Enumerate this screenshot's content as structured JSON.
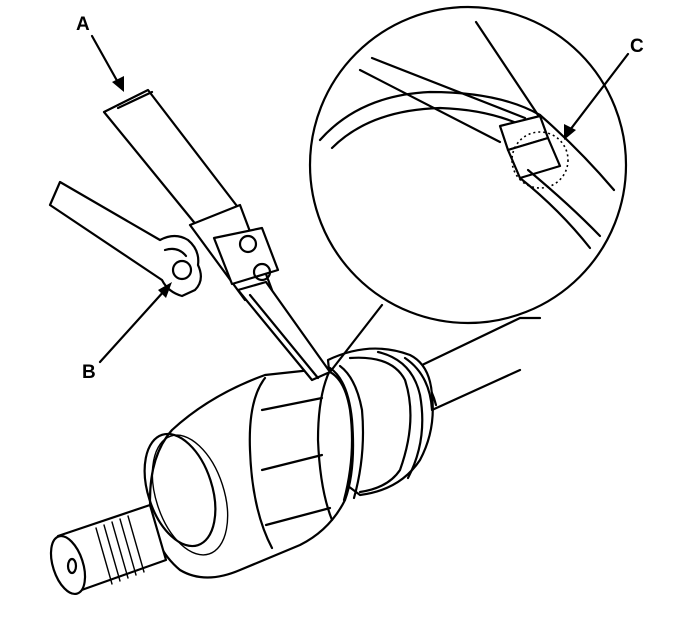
{
  "figure": {
    "callouts": [
      {
        "id": "A",
        "label": "A"
      },
      {
        "id": "B",
        "label": "B"
      },
      {
        "id": "C",
        "label": "C"
      }
    ]
  }
}
